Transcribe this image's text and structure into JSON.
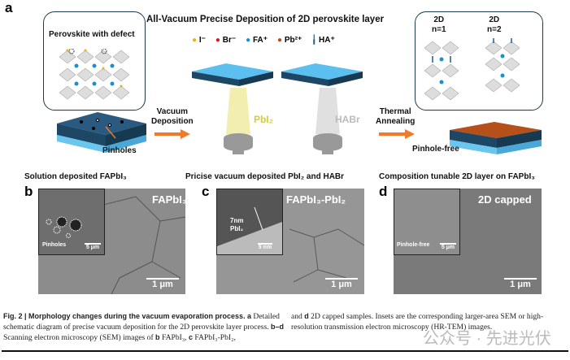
{
  "panel_a": {
    "label": "a",
    "title": "All-Vacuum Precise Deposition of 2D perovskite layer",
    "left_bubble": "Perovskite with defect",
    "legend": [
      {
        "name": "I⁻",
        "color": "#e8b21a"
      },
      {
        "name": "Br⁻",
        "color": "#d01c1c"
      },
      {
        "name": "FA⁺",
        "color": "#1b8fd0"
      },
      {
        "name": "Pb²⁺",
        "color": "#b5501a"
      },
      {
        "name": "HA⁺",
        "color": "#1f5f8a"
      }
    ],
    "pinholes": "Pinholes",
    "step1": [
      "Vacuum",
      "Deposition"
    ],
    "source1": "PbI₂",
    "source2": "HABr",
    "step2": [
      "Thermal",
      "Annealing"
    ],
    "right_bubble": {
      "n1": [
        "2D",
        "n=1"
      ],
      "n2": [
        "2D",
        "n=2"
      ]
    },
    "pinhole_free": "Pinhole-free",
    "captions": [
      "Solution deposited FAPbI₃",
      "Pricise vacuum deposited PbI₂ and HABr",
      "Composition tunable 2D layer on FAPbI₃"
    ]
  },
  "panel_b": {
    "label": "b",
    "title": "FAPbI₃",
    "inset_label": "Pinholes",
    "inset_scale": "5 μm",
    "scale": "1 μm"
  },
  "panel_c": {
    "label": "c",
    "title": "FAPbI₃-PbI₂",
    "inset_label1": "7nm",
    "inset_label2": "PbI₂",
    "inset_scale": "5 nm",
    "scale": "1 μm"
  },
  "panel_d": {
    "label": "d",
    "title": "2D capped",
    "inset_label": "Pinhole-free",
    "inset_scale": "5 μm",
    "scale": "1 μm"
  },
  "caption": {
    "fig": "Fig. 2 | Morphology changes during the vacuum evaporation process.",
    "a_bold": "a",
    "text1": " Detailed schematic diagram of precise vacuum deposition for the 2D perovskite layer process. ",
    "bd_bold": "b–d",
    "text2": " Scanning electron microscopy (SEM) images of ",
    "b_bold": "b",
    "text3": " FAPbI₃, ",
    "c_bold": "c",
    "text4": " FAPbI₃-PbI₂,",
    "text5": "and ",
    "d_bold": "d",
    "text6": " 2D capped samples. Insets are the corresponding larger-area SEM or high-resolution transmission electron microscopy (HR-TEM) images.",
    "watermark": "公众号 · 先进光伏"
  }
}
